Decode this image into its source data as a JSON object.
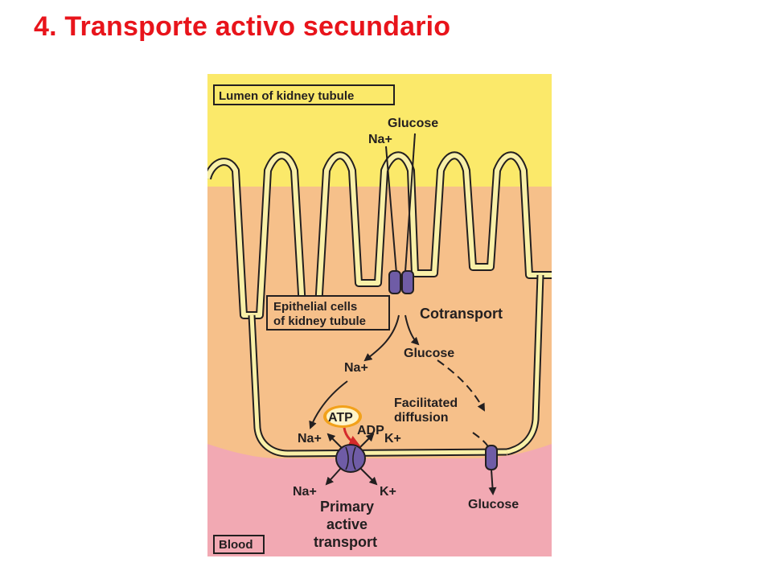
{
  "title": "4. Transporte activo secundario",
  "diagram": {
    "lumen_label": "Lumen of kidney tubule",
    "blood_label": "Blood",
    "epithelial_label": [
      "Epithelial cells",
      "of kidney tubule"
    ],
    "top_glucose": "Glucose",
    "top_na": "Na+",
    "cotransport": "Cotransport",
    "mid_na": "Na+",
    "mid_glucose": "Glucose",
    "atp": "ATP",
    "adp": "ADP",
    "pump_na_in": "Na+",
    "pump_k_in": "K+",
    "pump_na_out": "Na+",
    "pump_k_out": "K+",
    "facilitated": [
      "Facilitated",
      "diffusion"
    ],
    "primary": [
      "Primary",
      "active",
      "transport"
    ],
    "bottom_glucose": "Glucose",
    "colors": {
      "title": "#e8141b",
      "lumen": "#fbe96a",
      "cell": "#f6c08a",
      "blood": "#f2a9b3",
      "membrane": "#f9f0a8",
      "protein": "#6f5ca6",
      "atp_glow": "#f2a11a",
      "atp_arrow": "#d42b2b"
    }
  }
}
